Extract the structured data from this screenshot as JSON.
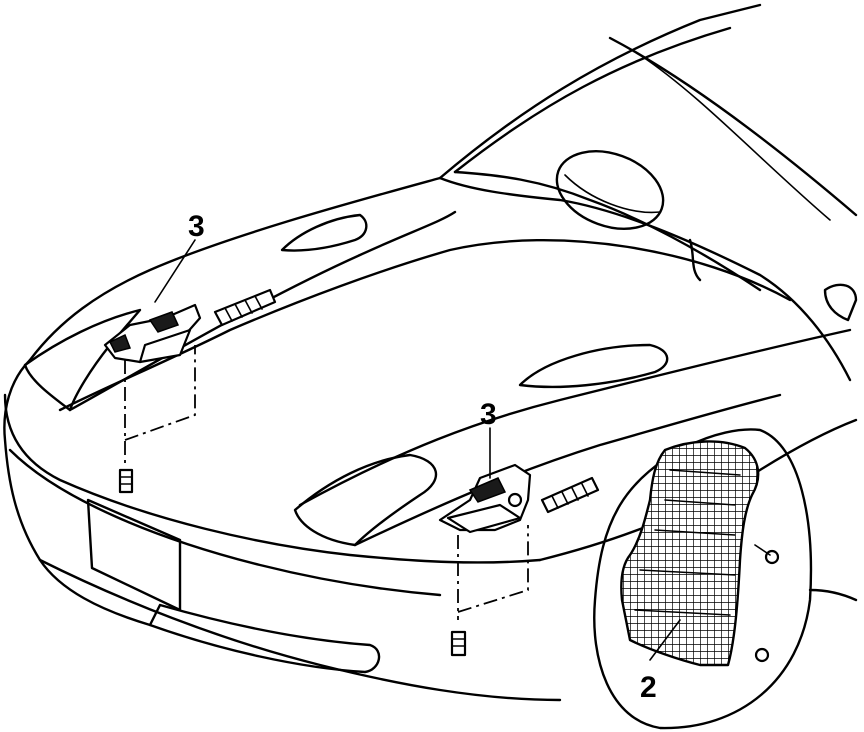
{
  "callouts": {
    "latch_left": "3",
    "latch_right": "3",
    "fender_liner": "2"
  },
  "colors": {
    "ink": "#000000",
    "paper": "#ffffff"
  }
}
